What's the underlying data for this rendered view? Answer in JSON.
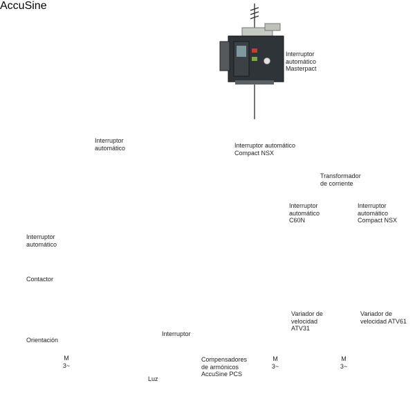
{
  "labels": {
    "masterpact": "Interruptor\nautomático\nMasterpact",
    "feeder_breaker": "Interruptor\nautomático",
    "compact_nsx_top": "Interruptor automático\nCompact NSX",
    "current_transformer": "Transformador\nde corriente",
    "motor_breaker": "Interruptor\nautomático",
    "contactor": "Contactor",
    "orientation": "Orientación",
    "c60n": "Interruptor\nautomático\nC60N",
    "compact_nsx_right": "Interruptor\nautomático\nCompact NSX",
    "interruptor": "Interruptor",
    "luz": "Luz",
    "compensadores": "Compensadores\nde armónicos\nAccuSine PCS",
    "atv31": "Variador de\nvelocidad\nATV31",
    "atv61": "Variador de\nvelocidad ATV61",
    "motor_text": "M\n3~",
    "accusine_brand": "AccuSine"
  },
  "colors": {
    "line": "#2a2a2a",
    "device_dark": "#2e3438",
    "breaker_white": "#eeeeee",
    "drive_grey": "#b9bec2",
    "cabinet": "#d9d5e2",
    "accent_green": "#3aa346"
  }
}
